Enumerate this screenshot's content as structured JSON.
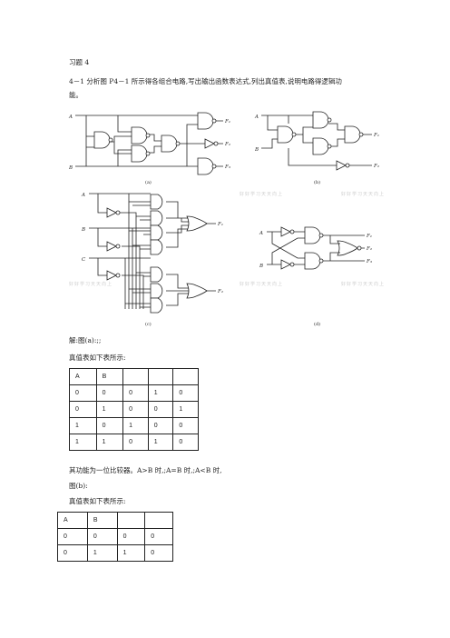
{
  "heading": "习题 4",
  "problem": {
    "line1": "4－1  分析图 P4－1 所示得各组合电路,写出输出函数表达式,列出真值表,说明电路得逻辑功",
    "line2": "能。"
  },
  "figure": {
    "captions": [
      "(a)",
      "(b)",
      "(c)",
      "(d)"
    ],
    "labels": {
      "a": {
        "A": "A",
        "B": "B",
        "F1": "F₁",
        "F2": "F₂",
        "F3": "F₃"
      },
      "b": {
        "A": "A",
        "B": "B",
        "F1": "F₁",
        "F2": "F₂"
      },
      "c": {
        "A": "A",
        "B": "B",
        "C": "C",
        "F1": "F₁",
        "F2": "F₂"
      },
      "d": {
        "A": "A",
        "B": "B",
        "F1": "F₁",
        "F2": "F₂",
        "F3": "F₃"
      }
    },
    "watermark": "好好学习天天向上"
  },
  "solution": {
    "intro": "解:图(a):;;",
    "table_intro": "真值表如下表所示:",
    "table_a": {
      "header": [
        "A",
        "B",
        "",
        "",
        ""
      ],
      "rows": [
        [
          "0",
          "0",
          "0",
          "1",
          "0"
        ],
        [
          "0",
          "1",
          "0",
          "0",
          "1"
        ],
        [
          "1",
          "0",
          "1",
          "0",
          "0"
        ],
        [
          "1",
          "1",
          "0",
          "1",
          "0"
        ]
      ]
    },
    "function_text": "其功能为一位比较器。A>B 时,;A=B 时,;A<B 时,",
    "fig_b": "图(b):",
    "table_intro_b": "真值表如下表所示:",
    "table_b": {
      "header": [
        "A",
        "B",
        "",
        ""
      ],
      "rows": [
        [
          "0",
          "0",
          "0",
          "0"
        ],
        [
          "0",
          "1",
          "1",
          "0"
        ]
      ]
    }
  }
}
